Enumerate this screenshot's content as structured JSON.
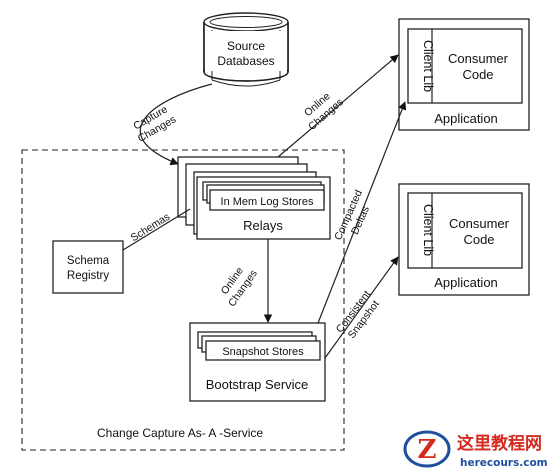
{
  "source_db": {
    "line1": "Source",
    "line2": "Databases"
  },
  "capture_changes": {
    "line1": "Capture",
    "line2": "Changes"
  },
  "online_changes_top": {
    "line1": "Online",
    "line2": "Changes"
  },
  "relays": {
    "inner_label": "In Mem Log Stores",
    "label": "Relays"
  },
  "schemas_label": "Schemas",
  "schema_registry": {
    "line1": "Schema",
    "line2": "Registry"
  },
  "online_changes_mid": {
    "line1": "Online",
    "line2": "Changes"
  },
  "bootstrap": {
    "inner_label": "Snapshot Stores",
    "label": "Bootstrap Service"
  },
  "compacted_deltas": {
    "line1": "Compacted",
    "line2": "Deltas"
  },
  "consistent_snapshot": {
    "line1": "Consistent",
    "line2": "Snapshot"
  },
  "applications": [
    {
      "client_lib": "Client Lib",
      "consumer_line1": "Consumer",
      "consumer_line2": "Code",
      "label": "Application"
    },
    {
      "client_lib": "Client Lib",
      "consumer_line1": "Consumer",
      "consumer_line2": "Code",
      "label": "Application"
    }
  ],
  "service_boundary_label": "Change Capture As- A -Service",
  "watermark": {
    "name": "这里教程网",
    "url": "herecours.com",
    "colors": {
      "red": "#d42a1e",
      "blue": "#1f4e9c"
    }
  }
}
